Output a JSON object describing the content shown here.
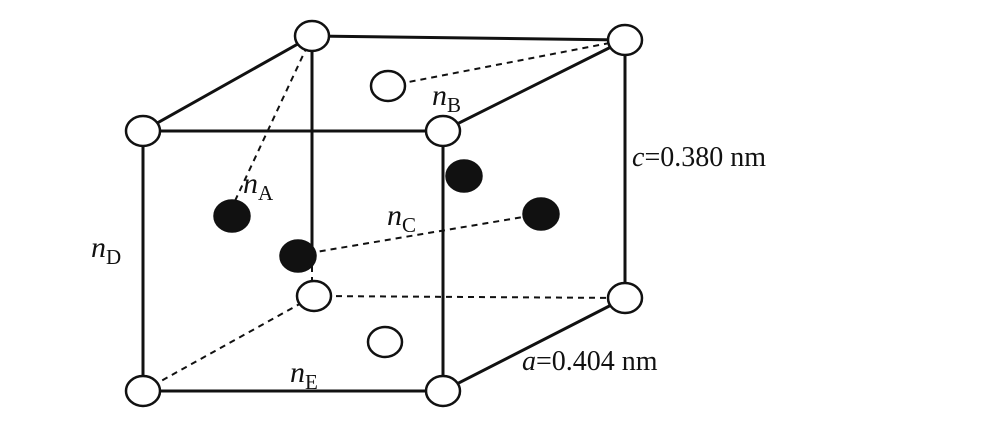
{
  "diagram": {
    "labels": {
      "n_a": {
        "symbol": "n",
        "subscript": "A"
      },
      "n_b": {
        "symbol": "n",
        "subscript": "B"
      },
      "n_c": {
        "symbol": "n",
        "subscript": "C"
      },
      "n_d": {
        "symbol": "n",
        "subscript": "D"
      },
      "n_e": {
        "symbol": "n",
        "subscript": "E"
      }
    },
    "dimensions": {
      "c": {
        "variable": "c",
        "value": "=0.380 nm"
      },
      "a": {
        "variable": "a",
        "value": "=0.404 nm"
      }
    },
    "colors": {
      "line": "#111111",
      "open_atom_fill": "#ffffff",
      "filled_atom_fill": "#111111"
    }
  }
}
